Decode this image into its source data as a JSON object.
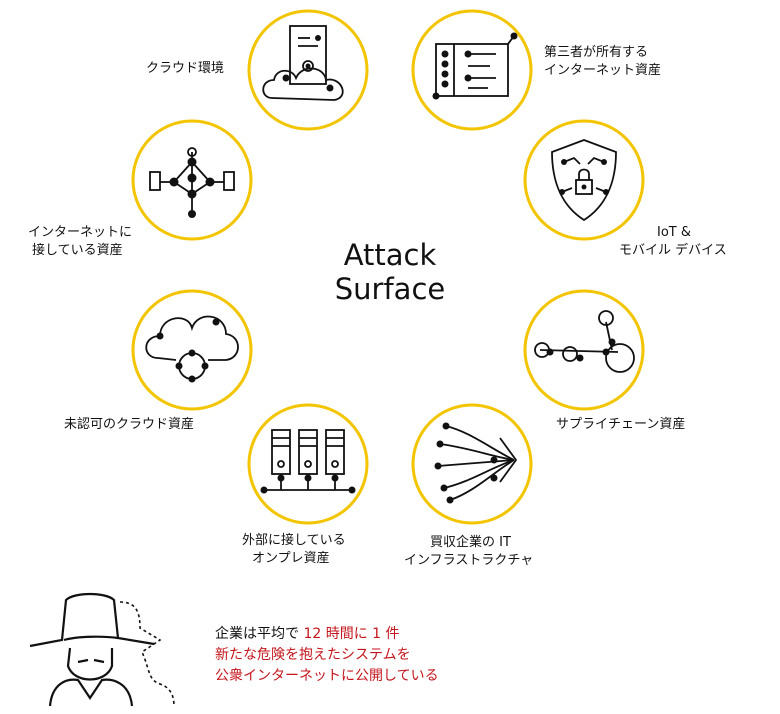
{
  "title": {
    "line1": "Attack",
    "line2": "Surface"
  },
  "colors": {
    "ring": "#f2c500",
    "accent_text": "#c4161c",
    "ink": "#111111"
  },
  "nodes": [
    {
      "icon": "cloud-server-icon",
      "label": [
        "クラウド環境"
      ]
    },
    {
      "icon": "network-panel-icon",
      "label": [
        "第三者が所有する",
        "インターネット資産"
      ]
    },
    {
      "icon": "shield-lock-icon",
      "label": [
        "IoT &",
        "モバイル デバイス"
      ]
    },
    {
      "icon": "connected-circles-icon",
      "label": [
        "サプライチェーン資産"
      ]
    },
    {
      "icon": "merging-arrows-icon",
      "label": [
        "買収企業の IT",
        "インフラストラクチャ"
      ]
    },
    {
      "icon": "server-racks-icon",
      "label": [
        "外部に接している",
        "オンプレ資産"
      ]
    },
    {
      "icon": "cloud-network-icon",
      "label": [
        "未認可のクラウド資産"
      ]
    },
    {
      "icon": "network-graph-icon",
      "label": [
        "インターネットに",
        "接している資産"
      ]
    }
  ],
  "callout": {
    "part1": "企業は平均で",
    "part2": " 12 時間に 1 件",
    "line2": "新たな危険を抱えたシステムを",
    "line3": "公衆インターネットに公開している"
  }
}
